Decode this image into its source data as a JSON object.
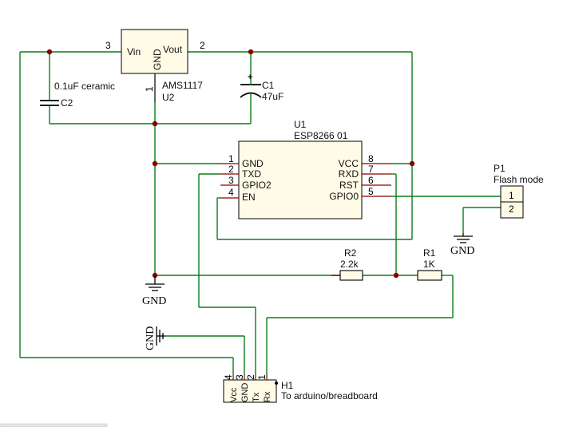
{
  "regulator": {
    "ref": "U2",
    "value": "AMS1117",
    "pin_vin": "Vin",
    "pin_vout": "Vout",
    "pin_gnd": "GND",
    "num_vin": "3",
    "num_vout": "2",
    "num_gnd": "1"
  },
  "c1": {
    "ref": "C1",
    "value": "47uF",
    "plus": "+"
  },
  "c2": {
    "ref": "C2",
    "value": "0.1uF ceramic"
  },
  "esp": {
    "ref": "U1",
    "value": "ESP8266 01",
    "left_pins": [
      {
        "num": "1",
        "name": "GND"
      },
      {
        "num": "2",
        "name": "TXD"
      },
      {
        "num": "3",
        "name": "GPIO2"
      },
      {
        "num": "4",
        "name": "EN"
      }
    ],
    "right_pins": [
      {
        "num": "8",
        "name": "VCC"
      },
      {
        "num": "7",
        "name": "RXD"
      },
      {
        "num": "6",
        "name": "RST"
      },
      {
        "num": "5",
        "name": "GPIO0"
      }
    ]
  },
  "r1": {
    "ref": "R1",
    "value": "1K"
  },
  "r2": {
    "ref": "R2",
    "value": "2.2k"
  },
  "p1": {
    "ref": "P1",
    "value": "Flash mode",
    "pin1": "1",
    "pin2": "2"
  },
  "h1": {
    "ref": "H1",
    "value": "To arduino/breadboard",
    "pins": [
      {
        "num": "4",
        "name": "Vcc"
      },
      {
        "num": "3",
        "name": "GND"
      },
      {
        "num": "2",
        "name": "Tx"
      },
      {
        "num": "1",
        "name": "Rx"
      }
    ]
  },
  "gnd_labels": {
    "main": "GND",
    "p1": "GND",
    "h1": "GND"
  }
}
